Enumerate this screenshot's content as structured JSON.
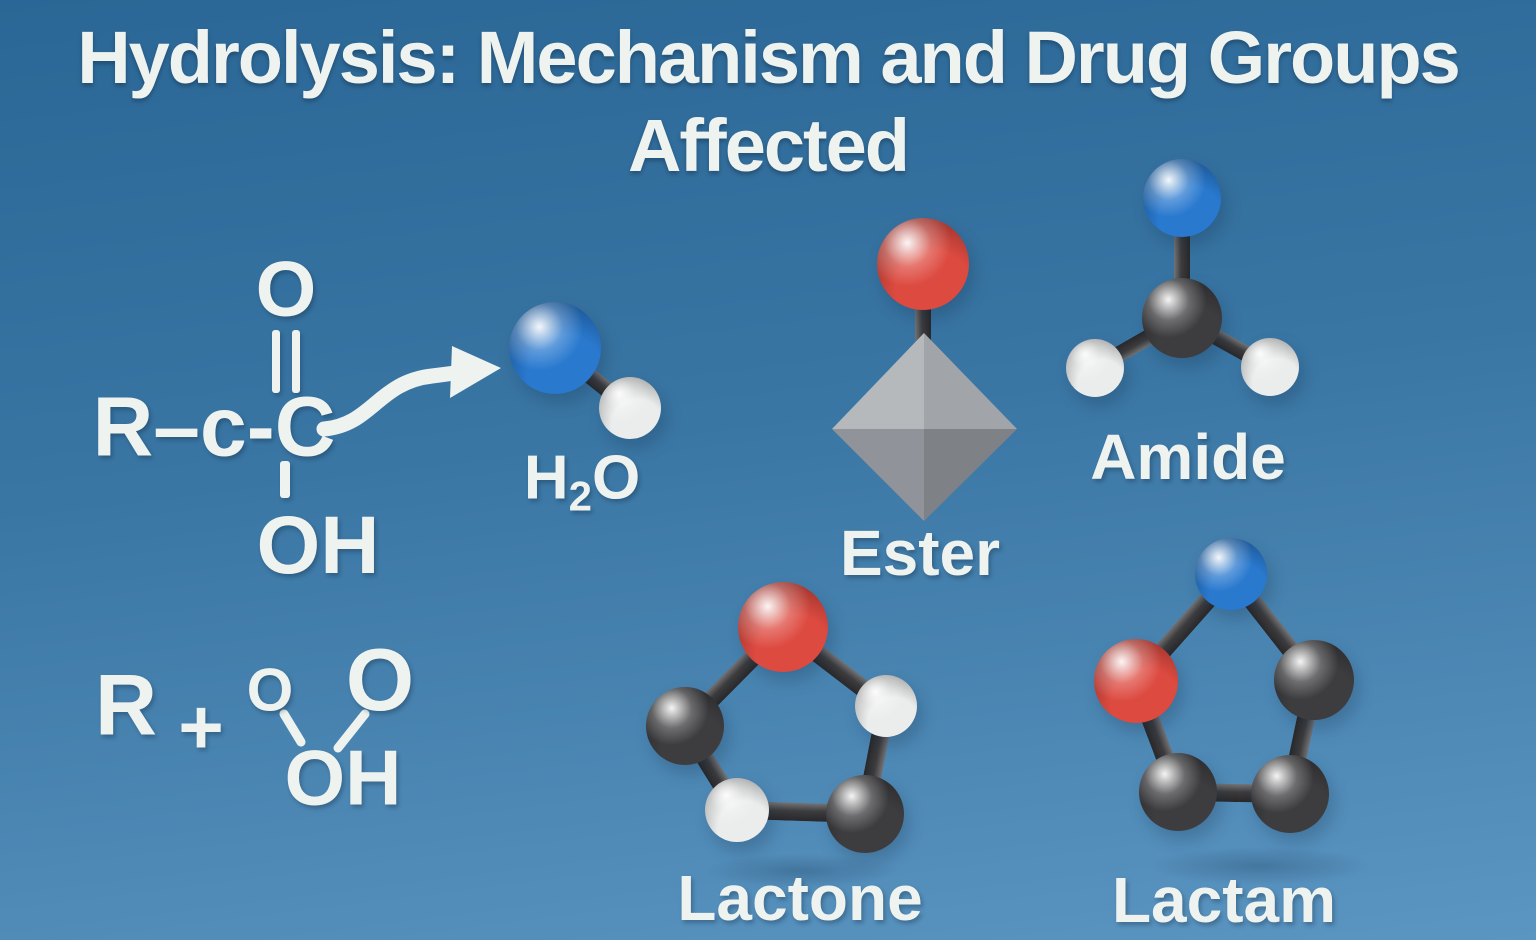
{
  "title": {
    "line1": "Hydrolysis: Mechanism and Drug Groups",
    "line2": "Affected"
  },
  "reaction": {
    "carbonyl_oxygen": "O",
    "backbone": "R–c-C",
    "hydroxyl": "OH",
    "arrow": "curved-right-arrow",
    "water": {
      "h": "H",
      "sub": "2",
      "o": "O",
      "atoms": [
        "oxygen-blue-sphere",
        "hydrogen-white-sphere"
      ]
    },
    "products": {
      "r_group": "R",
      "plus": "+",
      "oxygen_small": "O",
      "oxygen_large": "O",
      "hydroxyl": "OH"
    }
  },
  "groups": [
    {
      "id": "ester",
      "label": "Ester",
      "atoms": [
        "oxygen-red-sphere",
        "gray-octahedron-center"
      ]
    },
    {
      "id": "amide",
      "label": "Amide",
      "atoms": [
        "nitrogen-blue-sphere",
        "carbon-dark-sphere",
        "hydrogen-white-sphere",
        "hydrogen-white-sphere"
      ]
    },
    {
      "id": "lactone",
      "label": "Lactone",
      "atoms": [
        "oxygen-red-sphere",
        "hydrogen-white-sphere",
        "carbon-dark-sphere",
        "hydrogen-white-sphere",
        "carbon-dark-sphere"
      ]
    },
    {
      "id": "lactam",
      "label": "Lactam",
      "atoms": [
        "nitrogen-blue-sphere",
        "oxygen-red-sphere",
        "carbon-dark-sphere",
        "carbon-dark-sphere",
        "carbon-dark-sphere"
      ]
    }
  ],
  "colors": {
    "bg_top": "#2b6796",
    "bg_bottom": "#5b95c1",
    "text": "#eef3f0",
    "atom_blue": "#2979cf",
    "atom_red": "#dd4a40",
    "atom_white": "#ebecec",
    "atom_dark": "#3d3d40",
    "bond": "#38383b",
    "octa_tl": "#b5b9bc",
    "octa_tr": "#a1a5a9",
    "octa_bl": "#90949a",
    "octa_br": "#7e8287"
  }
}
